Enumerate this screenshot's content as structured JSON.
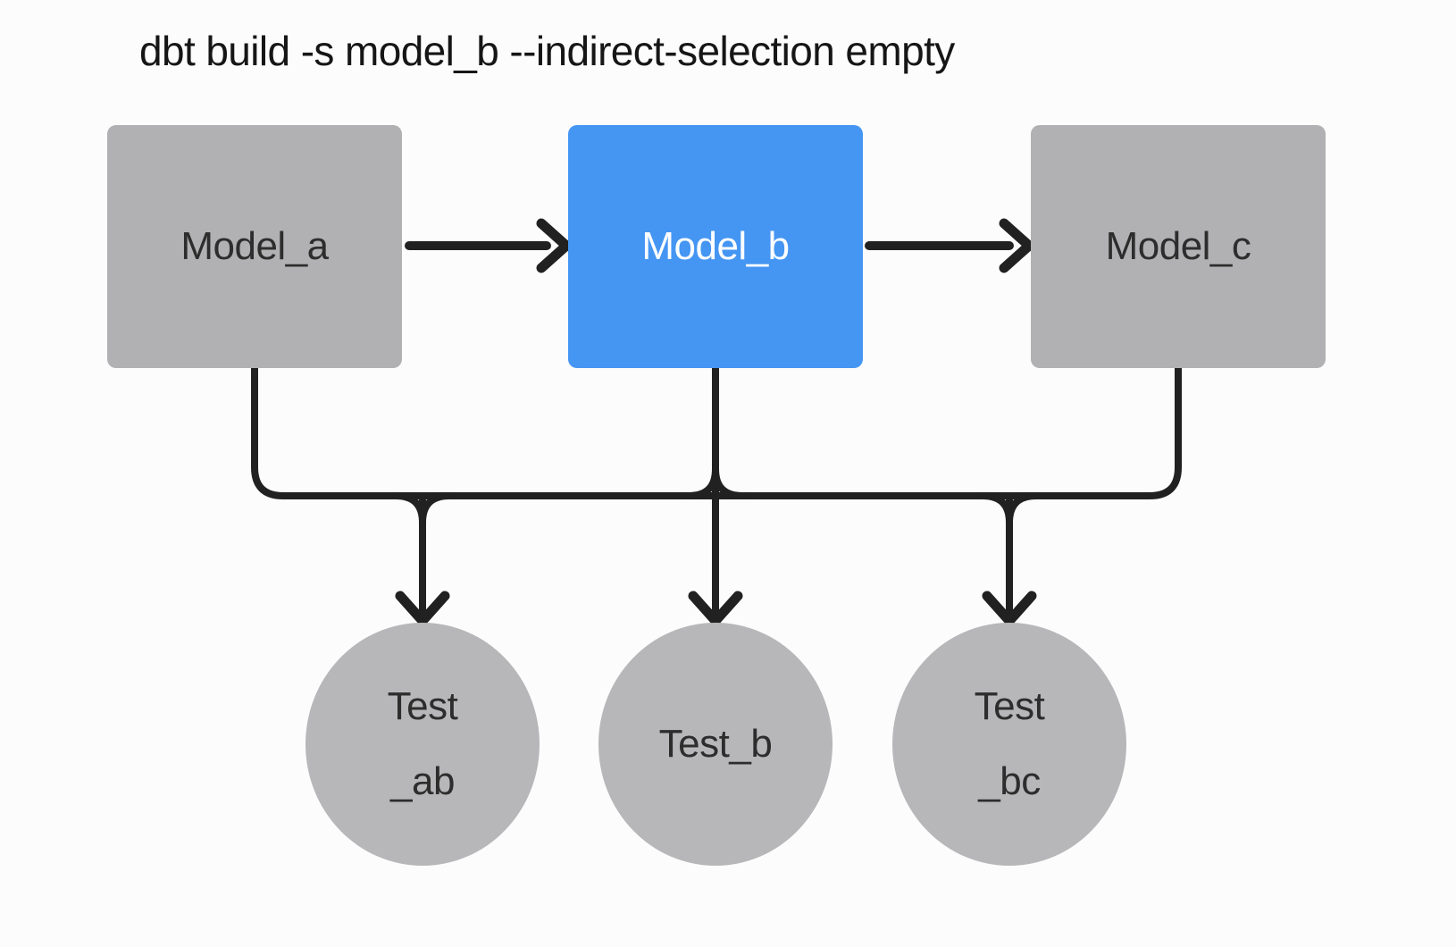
{
  "title": "dbt build -s model_b --indirect-selection empty",
  "colors": {
    "background": "#fcfcfd",
    "selected": "#4596f3",
    "node_gray": "#b1b1b3",
    "circle_gray": "#b7b7b9",
    "edge": "#212121",
    "text_dark": "#2d2d2d",
    "text_light": "#ffffff",
    "text_title": "#161616"
  },
  "models": [
    {
      "label": "Model_a",
      "state": "unselected"
    },
    {
      "label": "Model_b",
      "state": "selected"
    },
    {
      "label": "Model_c",
      "state": "unselected"
    }
  ],
  "tests": [
    {
      "line1": "Test",
      "line2": "_ab"
    },
    {
      "line1": "Test_b"
    },
    {
      "line1": "Test",
      "line2": "_bc"
    }
  ]
}
